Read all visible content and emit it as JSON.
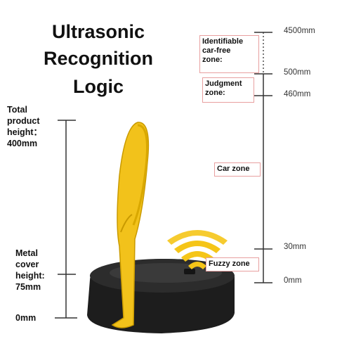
{
  "title": {
    "line1": "Ultrasonic",
    "line2": "Recognition",
    "line3": "Logic"
  },
  "left_labels": {
    "total_height": [
      "Total",
      "product",
      "height：",
      "400mm"
    ],
    "cover_height": [
      "Metal",
      "cover",
      "height:",
      "75mm"
    ],
    "zero": "0mm"
  },
  "right_scale": {
    "ticks": [
      "4500mm",
      "500mm",
      "460mm",
      "30mm",
      "0mm"
    ]
  },
  "zones": {
    "car_free": [
      "Identifiable",
      "car-free",
      "zone:"
    ],
    "judgment": [
      "Judgment",
      "zone:"
    ],
    "car": "Car zone",
    "fuzzy": "Fuzzy zone"
  },
  "colors": {
    "lock_arm": "#f2c21b",
    "lock_base": "#1a1a1a",
    "zone_border": "#e8a0a0",
    "signal": "#f5c518"
  }
}
